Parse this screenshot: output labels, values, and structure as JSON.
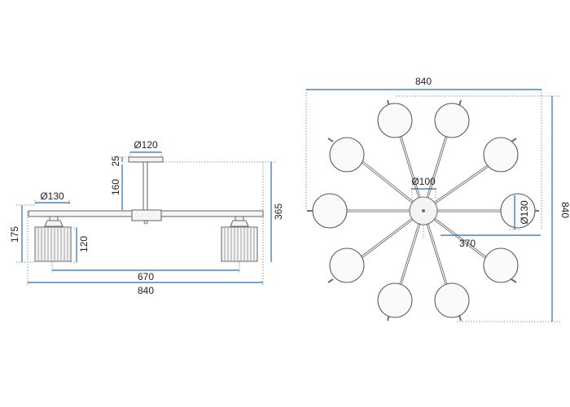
{
  "colors": {
    "dimension": "#2a6db0",
    "outline": "#6f6f6f",
    "background": "#ffffff"
  },
  "side_view": {
    "canopy_diameter": "Ø120",
    "canopy_height": "25",
    "rod_length": "160",
    "shade_diameter": "Ø130",
    "total_height": "365",
    "shade_height": "175",
    "shade_inner_height": "120",
    "shade_spacing": "670",
    "total_width": "840"
  },
  "top_view": {
    "total_width": "840",
    "total_depth": "840",
    "hub_diameter": "Ø100",
    "globe_diameter": "Ø130",
    "arm_reach": "370"
  }
}
